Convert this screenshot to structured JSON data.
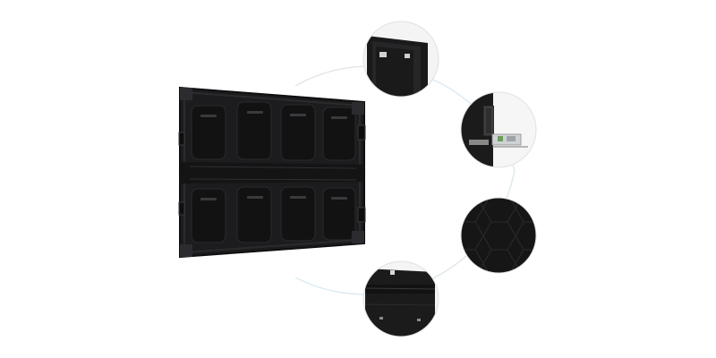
{
  "scene": {
    "background": "#ffffff",
    "subject": "led-display-cabinet-back",
    "details": [
      {
        "name": "corner-frame-detail"
      },
      {
        "name": "side-connector-detail"
      },
      {
        "name": "hexagon-texture-detail"
      },
      {
        "name": "bottom-edge-detail"
      }
    ],
    "colors": {
      "cabinet": "#1c1c1e",
      "cabinet_edge": "#0f0f10",
      "ring_arc": "#e3e6ea",
      "ring_glow": "#bfe3f2"
    }
  }
}
